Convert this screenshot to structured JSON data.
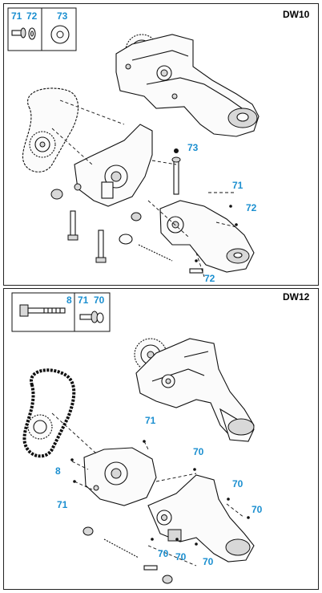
{
  "panels": [
    {
      "model": "DW10",
      "legend_refs": [
        "71",
        "72",
        "73"
      ],
      "callouts": {
        "c1": "73",
        "c2": "71",
        "c3": "72",
        "c4": "72"
      }
    },
    {
      "model": "DW12",
      "legend_refs": [
        "8",
        "71",
        "70"
      ],
      "callouts": {
        "c1": "71",
        "c2": "70",
        "c3": "8",
        "c4": "70",
        "c5": "71",
        "c6": "70",
        "c7": "70",
        "c8": "70",
        "c9": "70"
      }
    }
  ],
  "colors": {
    "callout": "#1b8fd0",
    "line": "#111111"
  }
}
